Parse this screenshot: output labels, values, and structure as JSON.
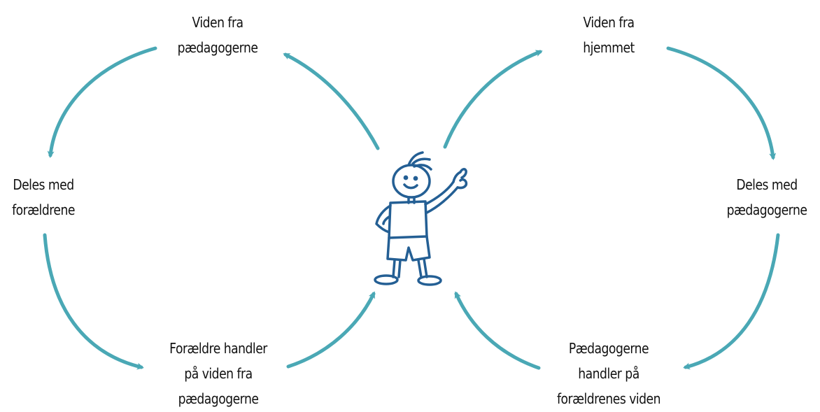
{
  "colors": {
    "arrow": "#4aa8b5",
    "figure": "#245f94",
    "text": "#111111"
  },
  "left_cycle": {
    "top": [
      "Viden fra",
      "pædagogerne"
    ],
    "side": [
      "Deles med",
      "forældrene"
    ],
    "bottom": [
      "Forældre handler",
      "på viden fra",
      "pædagogerne"
    ]
  },
  "right_cycle": {
    "top": [
      "Viden fra",
      "hjemmet"
    ],
    "side": [
      "Deles med",
      "pædagogerne"
    ],
    "bottom": [
      "Pædagogerne",
      "handler på",
      "forældrenes viden"
    ]
  },
  "center": {
    "icon": "waving-child-icon"
  }
}
